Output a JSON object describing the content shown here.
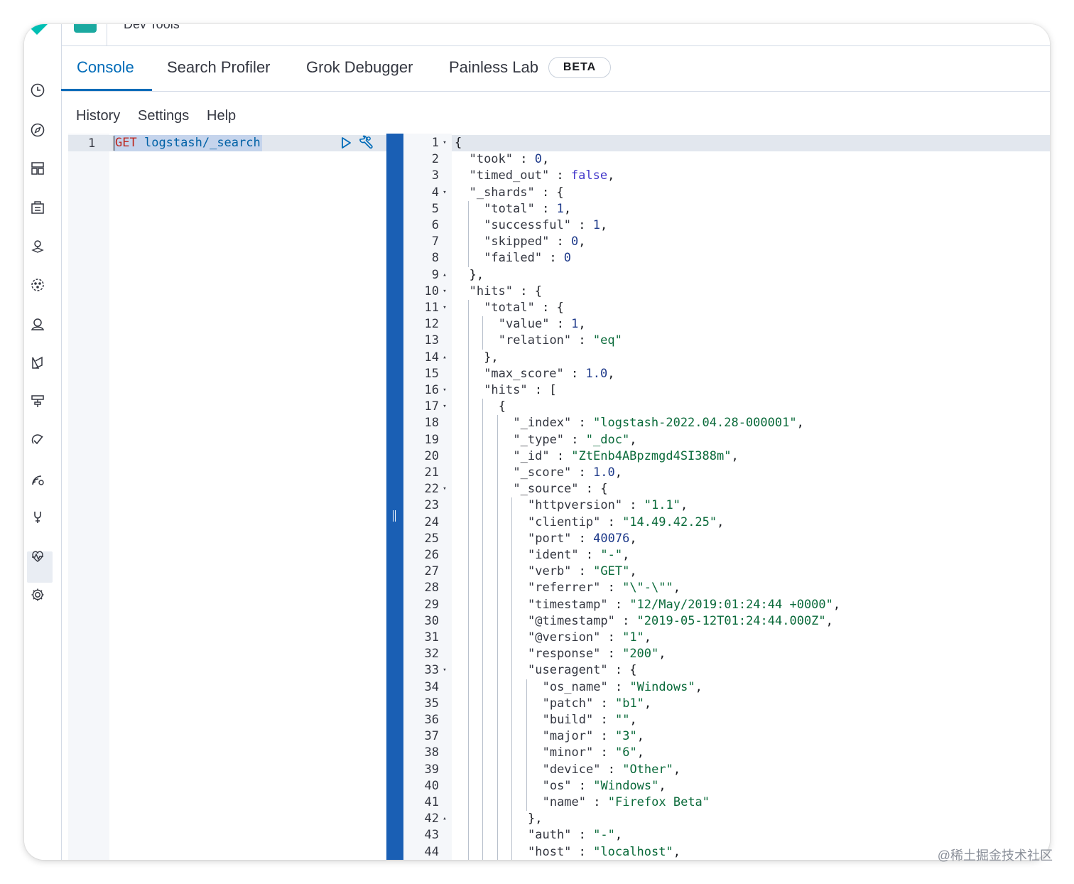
{
  "header": {
    "breadcrumb": "Dev Tools"
  },
  "nav_icons": [
    "clock-icon",
    "compass-icon",
    "dashboard-icon",
    "canvas-icon",
    "maps-icon",
    "ml-icon",
    "graph-icon",
    "logs-icon",
    "metrics-icon",
    "uptime-icon",
    "apm-icon",
    "dev-tools-icon",
    "stack-monitoring-icon",
    "settings-icon"
  ],
  "tabs": [
    {
      "label": "Console",
      "active": true
    },
    {
      "label": "Search Profiler",
      "active": false
    },
    {
      "label": "Grok Debugger",
      "active": false
    },
    {
      "label": "Painless Lab",
      "active": false
    }
  ],
  "beta_badge": "BETA",
  "submenu": [
    "History",
    "Settings",
    "Help"
  ],
  "request": {
    "line_number": "1",
    "method": "GET",
    "path": "logstash/_search"
  },
  "response_lines": [
    {
      "n": "1",
      "fold": "open",
      "indent": 0,
      "parts": [
        [
          "p",
          "{"
        ]
      ]
    },
    {
      "n": "2",
      "indent": 1,
      "parts": [
        [
          "k",
          "\"took\""
        ],
        [
          "p",
          " : "
        ],
        [
          "n",
          "0"
        ],
        [
          "p",
          ","
        ]
      ]
    },
    {
      "n": "3",
      "indent": 1,
      "parts": [
        [
          "k",
          "\"timed_out\""
        ],
        [
          "p",
          " : "
        ],
        [
          "b",
          "false"
        ],
        [
          "p",
          ","
        ]
      ]
    },
    {
      "n": "4",
      "fold": "open",
      "indent": 1,
      "parts": [
        [
          "k",
          "\"_shards\""
        ],
        [
          "p",
          " : {"
        ]
      ]
    },
    {
      "n": "5",
      "indent": 2,
      "parts": [
        [
          "k",
          "\"total\""
        ],
        [
          "p",
          " : "
        ],
        [
          "n",
          "1"
        ],
        [
          "p",
          ","
        ]
      ]
    },
    {
      "n": "6",
      "indent": 2,
      "parts": [
        [
          "k",
          "\"successful\""
        ],
        [
          "p",
          " : "
        ],
        [
          "n",
          "1"
        ],
        [
          "p",
          ","
        ]
      ]
    },
    {
      "n": "7",
      "indent": 2,
      "parts": [
        [
          "k",
          "\"skipped\""
        ],
        [
          "p",
          " : "
        ],
        [
          "n",
          "0"
        ],
        [
          "p",
          ","
        ]
      ]
    },
    {
      "n": "8",
      "indent": 2,
      "parts": [
        [
          "k",
          "\"failed\""
        ],
        [
          "p",
          " : "
        ],
        [
          "n",
          "0"
        ]
      ]
    },
    {
      "n": "9",
      "fold": "close",
      "indent": 1,
      "parts": [
        [
          "p",
          "},"
        ]
      ]
    },
    {
      "n": "10",
      "fold": "open",
      "indent": 1,
      "parts": [
        [
          "k",
          "\"hits\""
        ],
        [
          "p",
          " : {"
        ]
      ]
    },
    {
      "n": "11",
      "fold": "open",
      "indent": 2,
      "parts": [
        [
          "k",
          "\"total\""
        ],
        [
          "p",
          " : {"
        ]
      ]
    },
    {
      "n": "12",
      "indent": 3,
      "parts": [
        [
          "k",
          "\"value\""
        ],
        [
          "p",
          " : "
        ],
        [
          "n",
          "1"
        ],
        [
          "p",
          ","
        ]
      ]
    },
    {
      "n": "13",
      "indent": 3,
      "parts": [
        [
          "k",
          "\"relation\""
        ],
        [
          "p",
          " : "
        ],
        [
          "s",
          "\"eq\""
        ]
      ]
    },
    {
      "n": "14",
      "fold": "close",
      "indent": 2,
      "parts": [
        [
          "p",
          "},"
        ]
      ]
    },
    {
      "n": "15",
      "indent": 2,
      "parts": [
        [
          "k",
          "\"max_score\""
        ],
        [
          "p",
          " : "
        ],
        [
          "n",
          "1.0"
        ],
        [
          "p",
          ","
        ]
      ]
    },
    {
      "n": "16",
      "fold": "open",
      "indent": 2,
      "parts": [
        [
          "k",
          "\"hits\""
        ],
        [
          "p",
          " : ["
        ]
      ]
    },
    {
      "n": "17",
      "fold": "open",
      "indent": 3,
      "parts": [
        [
          "p",
          "{"
        ]
      ]
    },
    {
      "n": "18",
      "indent": 4,
      "parts": [
        [
          "k",
          "\"_index\""
        ],
        [
          "p",
          " : "
        ],
        [
          "s",
          "\"logstash-2022.04.28-000001\""
        ],
        [
          "p",
          ","
        ]
      ]
    },
    {
      "n": "19",
      "indent": 4,
      "parts": [
        [
          "k",
          "\"_type\""
        ],
        [
          "p",
          " : "
        ],
        [
          "s",
          "\"_doc\""
        ],
        [
          "p",
          ","
        ]
      ]
    },
    {
      "n": "20",
      "indent": 4,
      "parts": [
        [
          "k",
          "\"_id\""
        ],
        [
          "p",
          " : "
        ],
        [
          "s",
          "\"ZtEnb4ABpzmgd4SI388m\""
        ],
        [
          "p",
          ","
        ]
      ]
    },
    {
      "n": "21",
      "indent": 4,
      "parts": [
        [
          "k",
          "\"_score\""
        ],
        [
          "p",
          " : "
        ],
        [
          "n",
          "1.0"
        ],
        [
          "p",
          ","
        ]
      ]
    },
    {
      "n": "22",
      "fold": "open",
      "indent": 4,
      "parts": [
        [
          "k",
          "\"_source\""
        ],
        [
          "p",
          " : {"
        ]
      ]
    },
    {
      "n": "23",
      "indent": 5,
      "parts": [
        [
          "k",
          "\"httpversion\""
        ],
        [
          "p",
          " : "
        ],
        [
          "s",
          "\"1.1\""
        ],
        [
          "p",
          ","
        ]
      ]
    },
    {
      "n": "24",
      "indent": 5,
      "parts": [
        [
          "k",
          "\"clientip\""
        ],
        [
          "p",
          " : "
        ],
        [
          "s",
          "\"14.49.42.25\""
        ],
        [
          "p",
          ","
        ]
      ]
    },
    {
      "n": "25",
      "indent": 5,
      "parts": [
        [
          "k",
          "\"port\""
        ],
        [
          "p",
          " : "
        ],
        [
          "n",
          "40076"
        ],
        [
          "p",
          ","
        ]
      ]
    },
    {
      "n": "26",
      "indent": 5,
      "parts": [
        [
          "k",
          "\"ident\""
        ],
        [
          "p",
          " : "
        ],
        [
          "s",
          "\"-\""
        ],
        [
          "p",
          ","
        ]
      ]
    },
    {
      "n": "27",
      "indent": 5,
      "parts": [
        [
          "k",
          "\"verb\""
        ],
        [
          "p",
          " : "
        ],
        [
          "s",
          "\"GET\""
        ],
        [
          "p",
          ","
        ]
      ]
    },
    {
      "n": "28",
      "indent": 5,
      "parts": [
        [
          "k",
          "\"referrer\""
        ],
        [
          "p",
          " : "
        ],
        [
          "s",
          "\"\\\"-\\\"\""
        ],
        [
          "p",
          ","
        ]
      ]
    },
    {
      "n": "29",
      "indent": 5,
      "parts": [
        [
          "k",
          "\"timestamp\""
        ],
        [
          "p",
          " : "
        ],
        [
          "s",
          "\"12/May/2019:01:24:44 +0000\""
        ],
        [
          "p",
          ","
        ]
      ]
    },
    {
      "n": "30",
      "indent": 5,
      "parts": [
        [
          "k",
          "\"@timestamp\""
        ],
        [
          "p",
          " : "
        ],
        [
          "s",
          "\"2019-05-12T01:24:44.000Z\""
        ],
        [
          "p",
          ","
        ]
      ]
    },
    {
      "n": "31",
      "indent": 5,
      "parts": [
        [
          "k",
          "\"@version\""
        ],
        [
          "p",
          " : "
        ],
        [
          "s",
          "\"1\""
        ],
        [
          "p",
          ","
        ]
      ]
    },
    {
      "n": "32",
      "indent": 5,
      "parts": [
        [
          "k",
          "\"response\""
        ],
        [
          "p",
          " : "
        ],
        [
          "s",
          "\"200\""
        ],
        [
          "p",
          ","
        ]
      ]
    },
    {
      "n": "33",
      "fold": "open",
      "indent": 5,
      "parts": [
        [
          "k",
          "\"useragent\""
        ],
        [
          "p",
          " : {"
        ]
      ]
    },
    {
      "n": "34",
      "indent": 6,
      "parts": [
        [
          "k",
          "\"os_name\""
        ],
        [
          "p",
          " : "
        ],
        [
          "s",
          "\"Windows\""
        ],
        [
          "p",
          ","
        ]
      ]
    },
    {
      "n": "35",
      "indent": 6,
      "parts": [
        [
          "k",
          "\"patch\""
        ],
        [
          "p",
          " : "
        ],
        [
          "s",
          "\"b1\""
        ],
        [
          "p",
          ","
        ]
      ]
    },
    {
      "n": "36",
      "indent": 6,
      "parts": [
        [
          "k",
          "\"build\""
        ],
        [
          "p",
          " : "
        ],
        [
          "s",
          "\"\""
        ],
        [
          "p",
          ","
        ]
      ]
    },
    {
      "n": "37",
      "indent": 6,
      "parts": [
        [
          "k",
          "\"major\""
        ],
        [
          "p",
          " : "
        ],
        [
          "s",
          "\"3\""
        ],
        [
          "p",
          ","
        ]
      ]
    },
    {
      "n": "38",
      "indent": 6,
      "parts": [
        [
          "k",
          "\"minor\""
        ],
        [
          "p",
          " : "
        ],
        [
          "s",
          "\"6\""
        ],
        [
          "p",
          ","
        ]
      ]
    },
    {
      "n": "39",
      "indent": 6,
      "parts": [
        [
          "k",
          "\"device\""
        ],
        [
          "p",
          " : "
        ],
        [
          "s",
          "\"Other\""
        ],
        [
          "p",
          ","
        ]
      ]
    },
    {
      "n": "40",
      "indent": 6,
      "parts": [
        [
          "k",
          "\"os\""
        ],
        [
          "p",
          " : "
        ],
        [
          "s",
          "\"Windows\""
        ],
        [
          "p",
          ","
        ]
      ]
    },
    {
      "n": "41",
      "indent": 6,
      "parts": [
        [
          "k",
          "\"name\""
        ],
        [
          "p",
          " : "
        ],
        [
          "s",
          "\"Firefox Beta\""
        ]
      ]
    },
    {
      "n": "42",
      "fold": "close",
      "indent": 5,
      "parts": [
        [
          "p",
          "},"
        ]
      ]
    },
    {
      "n": "43",
      "indent": 5,
      "parts": [
        [
          "k",
          "\"auth\""
        ],
        [
          "p",
          " : "
        ],
        [
          "s",
          "\"-\""
        ],
        [
          "p",
          ","
        ]
      ]
    },
    {
      "n": "44",
      "indent": 5,
      "parts": [
        [
          "k",
          "\"host\""
        ],
        [
          "p",
          " : "
        ],
        [
          "s",
          "\"localhost\""
        ],
        [
          "p",
          ","
        ]
      ]
    }
  ],
  "watermark": "@稀土掘金技术社区"
}
